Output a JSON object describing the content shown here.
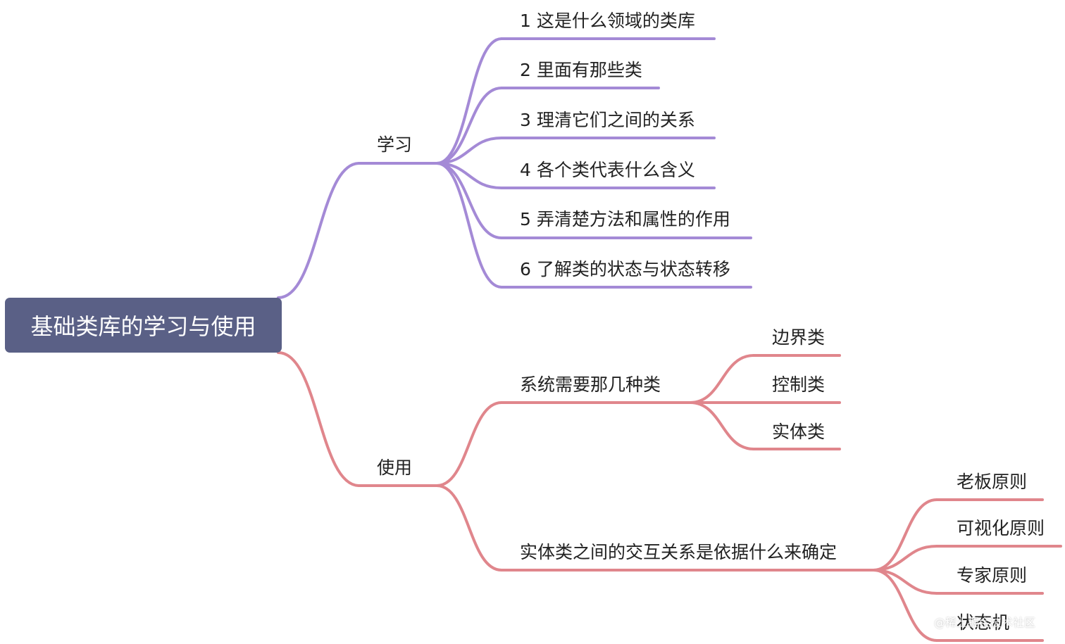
{
  "colors": {
    "root_bg": "#5a6086",
    "root_text": "#ffffff",
    "learn_branch": "#a48ad6",
    "use_branch": "#e0868c",
    "text": "#222222"
  },
  "root": {
    "label": "基础类库的学习与使用"
  },
  "learn": {
    "label": "学习",
    "items": [
      "1 这是什么领域的类库",
      "2 里面有那些类",
      "3 理清它们之间的关系",
      "4 各个类代表什么含义",
      "5 弄清楚方法和属性的作用",
      "6 了解类的状态与状态转移"
    ]
  },
  "use": {
    "label": "使用",
    "groups": [
      {
        "label": "系统需要那几种类",
        "items": [
          "边界类",
          "控制类",
          "实体类"
        ]
      },
      {
        "label": "实体类之间的交互关系是依据什么来确定",
        "items": [
          "老板原则",
          "可视化原则",
          "专家原则",
          "状态机"
        ]
      }
    ]
  },
  "watermark": "@稀土掘金技术社区"
}
